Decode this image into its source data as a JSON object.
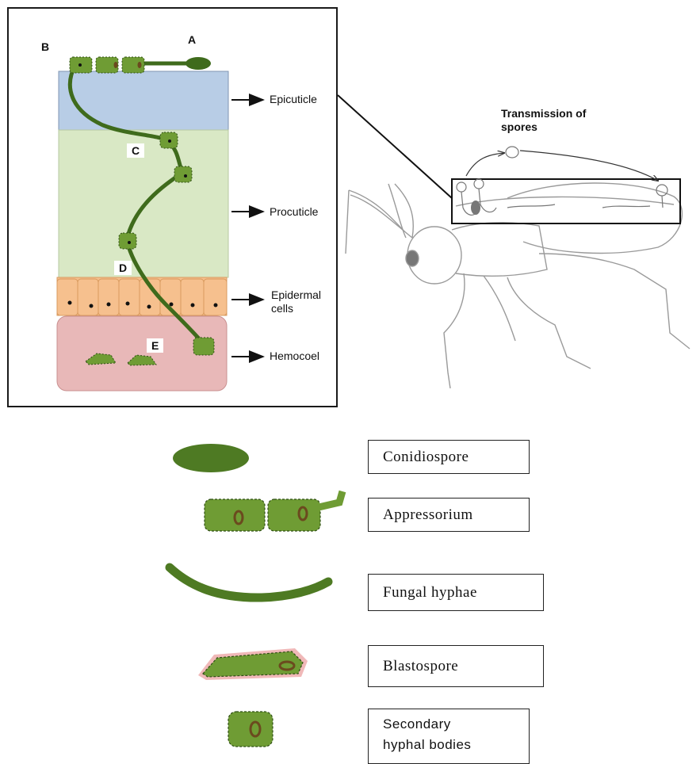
{
  "diagram": {
    "markers": {
      "a": "A",
      "b": "B",
      "c": "C",
      "d": "D",
      "e": "E"
    },
    "layers": {
      "epicuticle": "Epicuticle",
      "procuticle": "Procuticle",
      "epidermal_line1": "Epidermal",
      "epidermal_line2": "cells",
      "hemocoel": "Hemocoel"
    },
    "transmission_title_line1": "Transmission of",
    "transmission_title_line2": "spores"
  },
  "legend": {
    "conidiospore": "Conidiospore",
    "appressorium": "Appressorium",
    "fungal_hyphae": "Fungal hyphae",
    "blastospore": "Blastospore",
    "secondary_line1": "Secondary",
    "secondary_line2": "hyphal bodies"
  },
  "colors": {
    "epicuticle": "#b8cde6",
    "procuticle": "#d9e8c5",
    "epidermal": "#f6c08e",
    "hemocoel": "#e8b8b8",
    "fungus": "#4e7a23",
    "fungus_light": "#6f9c34",
    "nucleus": "#6b4a1e"
  }
}
